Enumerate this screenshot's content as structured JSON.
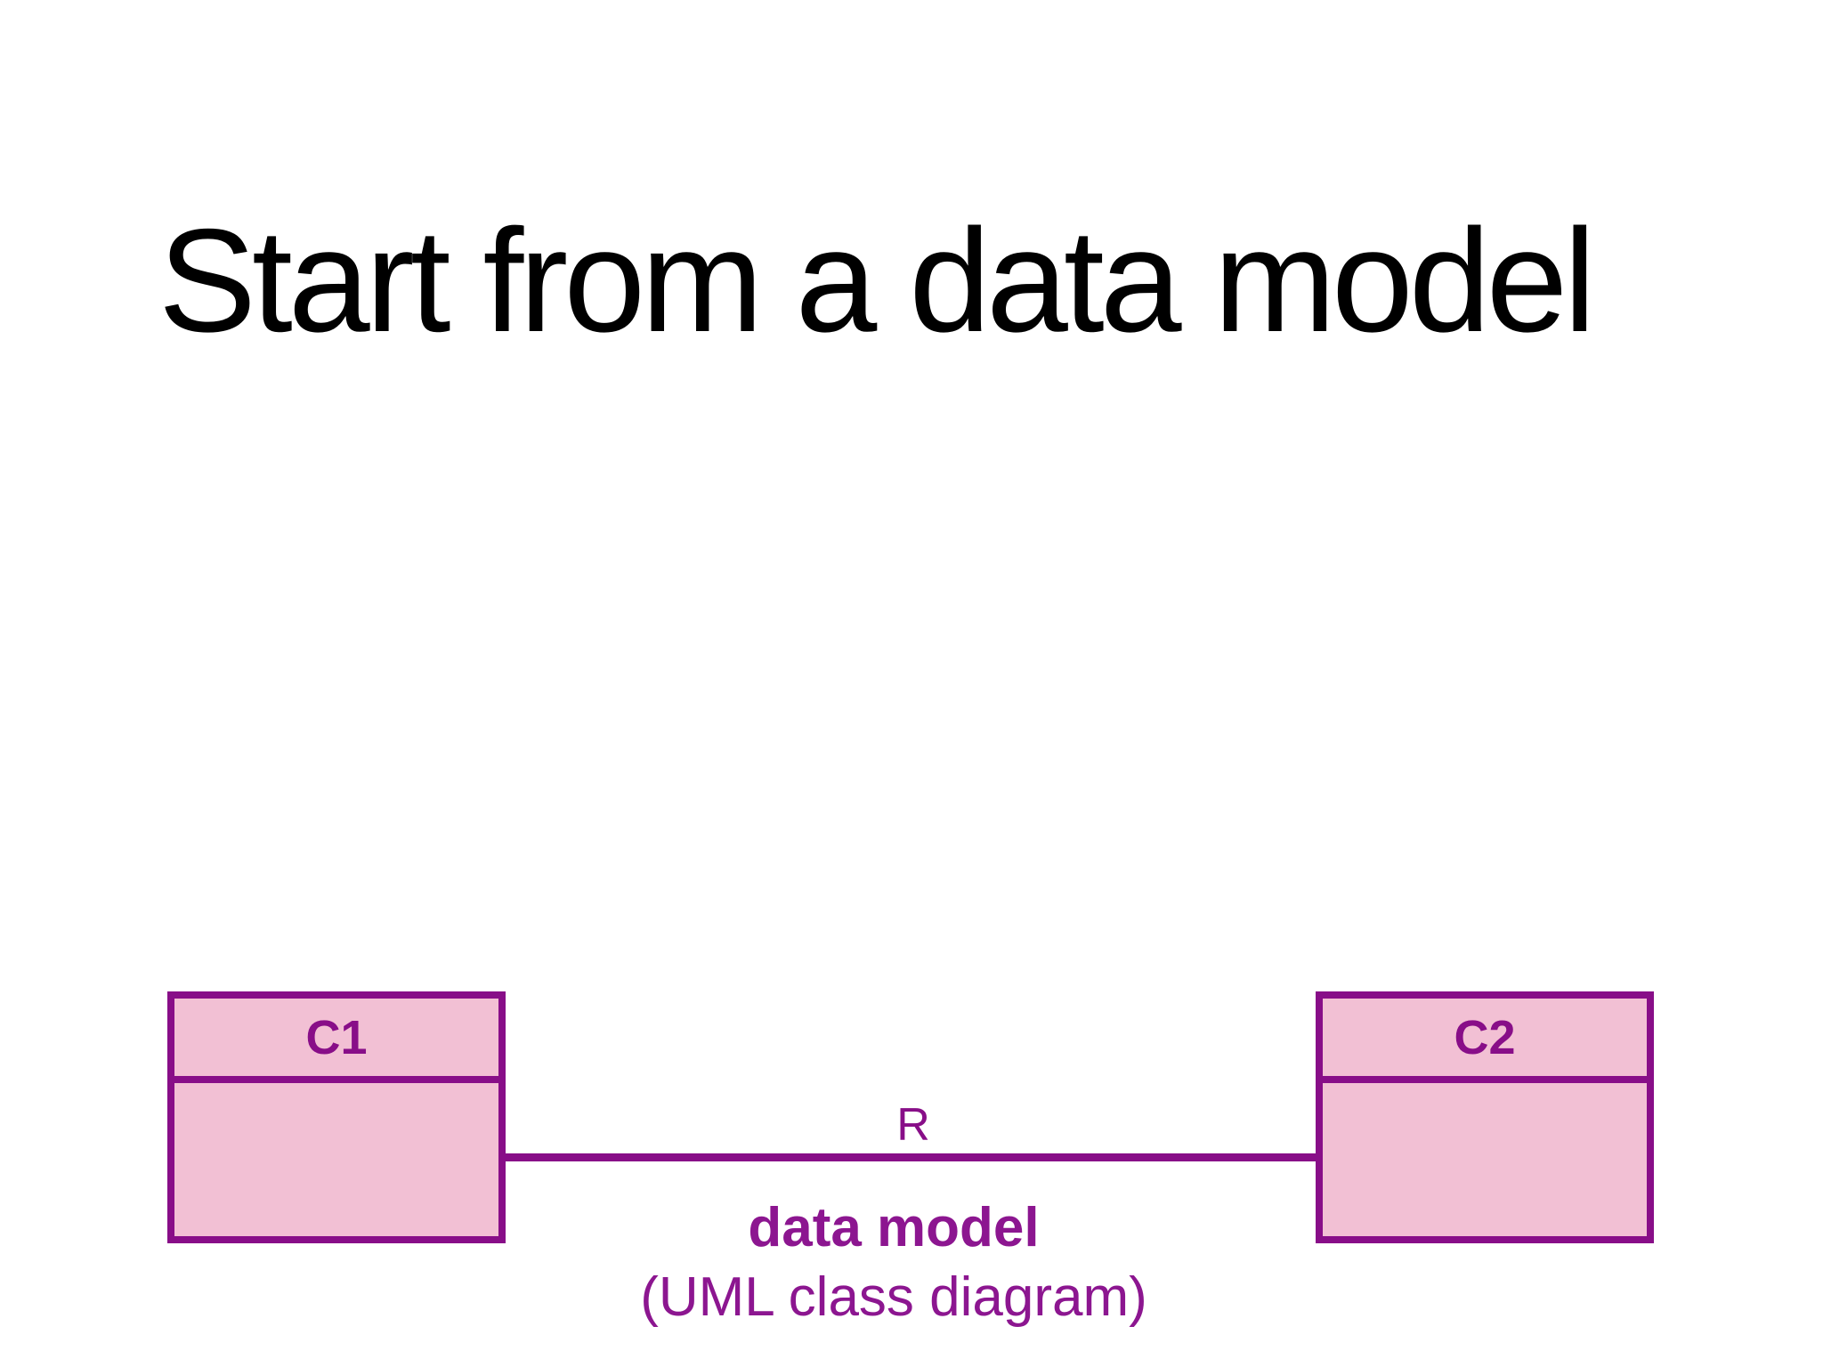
{
  "slide": {
    "title": "Start from a data model"
  },
  "colors": {
    "background": "#ffffff",
    "title_text": "#000000",
    "purple": "#880E88",
    "caption_purple": "#8C1690",
    "class_fill_pink": "#F2C0D4"
  },
  "diagram": {
    "classes": [
      {
        "name": "C1"
      },
      {
        "name": "C2"
      }
    ],
    "association": {
      "label": "R"
    },
    "caption": {
      "line1": "data model",
      "line2": "(UML class diagram)"
    }
  }
}
